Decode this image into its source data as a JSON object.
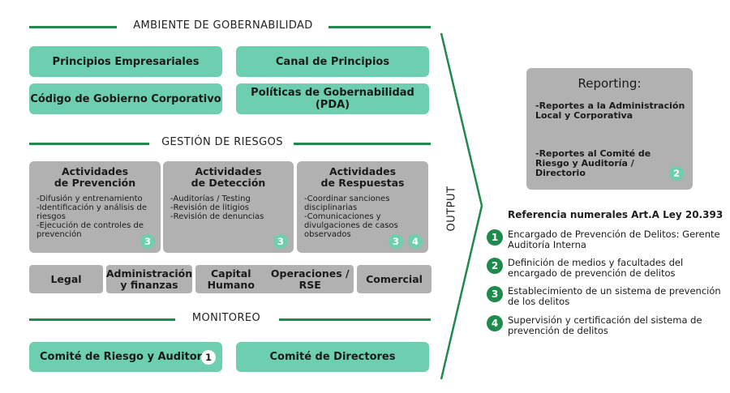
{
  "sections": {
    "ambiente": "AMBIENTE DE GOBERNABILIDAD",
    "gestion": "GESTIÓN DE RIESGOS",
    "monitoreo": "MONITOREO"
  },
  "ambiente_boxes": [
    "Principios Empresariales",
    "Canal de Principios",
    "Código de Gobierno Corporativo",
    "Políticas de Gobernabilidad (PDA)"
  ],
  "actividades": [
    {
      "title_line1": "Actividades",
      "title_line2": "de Prevención",
      "items": [
        "-Difusión y entrenamiento",
        "-Identificación y análisis de riesgos",
        "-Ejecución de controles de prevención"
      ],
      "badges": [
        "3"
      ]
    },
    {
      "title_line1": "Actividades",
      "title_line2": "de Detección",
      "items": [
        "-Auditorías / Testing",
        "-Revisión de litigios",
        "-Revisión de denuncias"
      ],
      "badges": [
        "3"
      ]
    },
    {
      "title_line1": "Actividades",
      "title_line2": "de Respuestas",
      "items": [
        "-Coordinar sanciones disciplinarias",
        "-Comunicaciones y divulgaciones de casos observados"
      ],
      "badges": [
        "3",
        "4"
      ]
    }
  ],
  "departments": [
    {
      "line1": "Legal",
      "line2": ""
    },
    {
      "line1": "Administración",
      "line2": "y finanzas"
    },
    {
      "line1": "Capital",
      "line2": "Humano"
    },
    {
      "line1": "Operaciones /",
      "line2": "RSE"
    },
    {
      "line1": "Comercial",
      "line2": ""
    }
  ],
  "monitoreo_boxes": [
    {
      "label": "Comité de Riesgo y Auditoría",
      "badge": "1"
    },
    {
      "label": "Comité de Directores"
    }
  ],
  "output_label": "OUTPUT",
  "reporting": {
    "title": "Reporting:",
    "item1": "-Reportes a la Administración Local y Corporativa",
    "item2": "-Reportes al Comité de Riesgo y Auditoría / Directorio",
    "badge": "2"
  },
  "referencia": {
    "title": "Referencia numerales Art.A Ley 20.393",
    "items": [
      {
        "num": "1",
        "text": "Encargado de Prevención de Delitos: Gerente Auditoría Interna"
      },
      {
        "num": "2",
        "text": "Definición de medios y facultades del encargado de prevención de delitos"
      },
      {
        "num": "3",
        "text": "Establecimiento de un sistema de prevención de los delitos"
      },
      {
        "num": "4",
        "text": "Supervisión y certificación del sistema de prevención de delitos"
      }
    ]
  },
  "colors": {
    "green_box": "#6dcfaf",
    "dark_green": "#1e8a4c",
    "gray_box": "#b1b1b1"
  }
}
